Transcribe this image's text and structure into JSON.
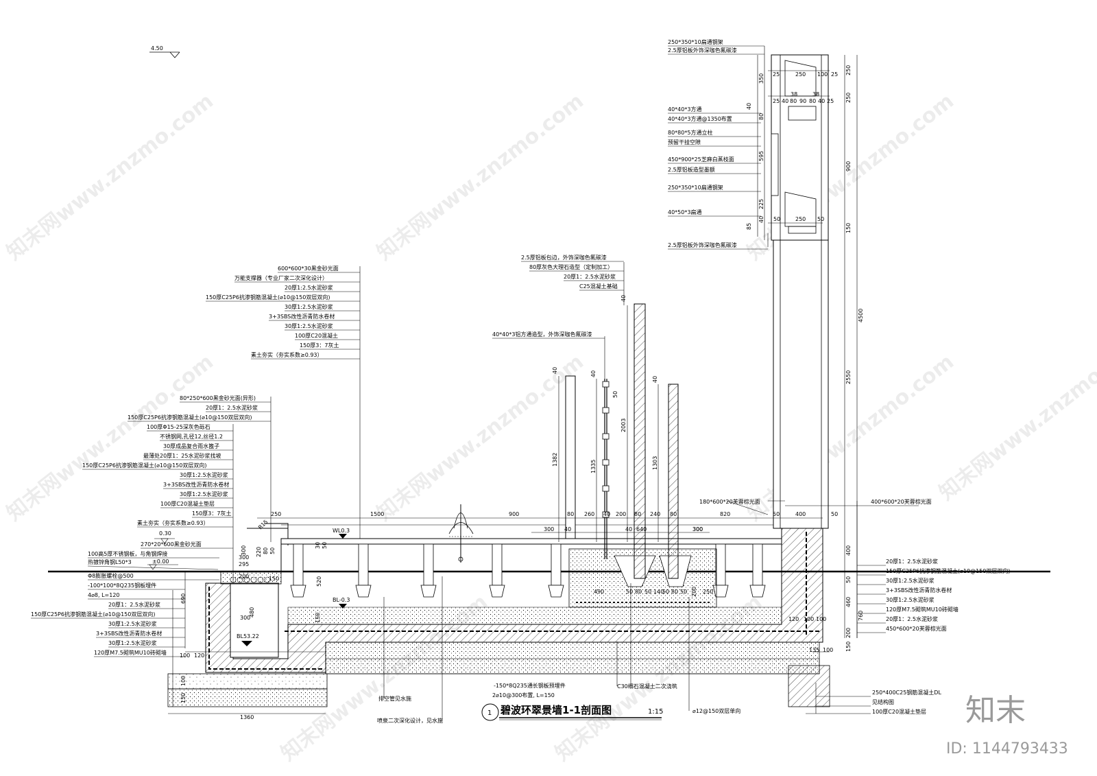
{
  "title": {
    "number": "1",
    "text": "碧波环翠景墙1-1剖面图",
    "scale": "1:15"
  },
  "brand": {
    "logo": "知末",
    "id": "ID: 1144793433"
  },
  "watermark": "知末网www.znzmo.com",
  "elevations": {
    "top_left": "4.50",
    "ground": "±0.00",
    "step": "0.30",
    "water_level": "WL0.3",
    "pool_bottom": "BL-0.3",
    "drain_bottom": "BL53.22"
  },
  "labels_top_right": [
    "250*350*10扁通钢架",
    "2.5厚铝板外饰深咖色氟碳漆",
    "40*40*3方通",
    "40*40*3方通@1350布置",
    "80*80*5方通立柱",
    "预留干挂空隙",
    "450*900*25芝麻白蒸枝面",
    "2.5厚铝板造型墨额",
    "250*350*10扁通钢架",
    "40*50*3扁通",
    "2.5厚铝板外饰深咖色氟碳漆"
  ],
  "labels_mid_right": [
    "2.5厚铝板包边，外饰深咖色氟碳漆",
    "80厚灰色大理石造型（定制加工）",
    "20厚1：2.5水泥砂浆",
    "C25混凝土基础"
  ],
  "label_tube": "40*40*3铝方通造型，外饰深咖色氟碳漆",
  "labels_center_left": [
    "600*600*30黑金砂光面",
    "万能支撑器（专业厂家二次深化设计）",
    "20厚1:2.5水泥砂浆",
    "150厚C25P6抗渗钢筋混凝土(⌀10@150双层双向)",
    "30厚1:2.5水泥砂浆",
    "3+3SBS改性沥青防水卷材",
    "30厚1:2.5水泥砂浆",
    "100厚C20混凝土",
    "150厚3：7灰土",
    "素土夯实（夯实系数≥0.93）"
  ],
  "labels_left": [
    "80*250*600黑金砂光面(异形)",
    "20厚1：2.5水泥砂浆",
    "150厚C25P6抗渗钢筋混凝土(⌀10@150双层双向)",
    "100厚Φ15-25深灰色砾石",
    "不锈钢网,孔径12,丝径1.2",
    "30厚成品复合雨水篦子",
    "最薄处20厚1：25水泥砂浆找坡",
    "150厚C25P6抗渗钢筋混凝土(⌀10@150双层双向)",
    "30厚1:2.5水泥砂浆",
    "3+3SBS改性沥青防水卷材",
    "30厚1:2.5水泥砂浆",
    "100厚C20混凝土垫层",
    "150厚3：7灰土",
    "素土夯实（夯实系数≥0.93）"
  ],
  "labels_left_lower": [
    "270*20*600黑金砂光面",
    "100高5厚不锈钢板，与角钢焊接",
    "热镀锌角钢L50*3",
    "Φ8膨胀螺栓@500"
  ],
  "labels_bottom_left": [
    "-100*100*8Q235钢板埋件",
    "4⌀8, L=120",
    "20厚1：2.5水泥砂浆",
    "150厚C25P6抗渗钢筋混凝土(⌀10@150双层双向)",
    "30厚1:2.5水泥砂浆",
    "3+3SBS改性沥青防水卷材",
    "30厚1:2.5水泥砂浆",
    "120厚M7.5砌筑MU10砖砌墙"
  ],
  "labels_right": [
    "20厚1：2.5水泥砂浆",
    "150厚C25P6抗渗钢筋混凝土(⌀10@150双层双向)",
    "30厚1:2.5水泥砂浆",
    "3+3SBS改性沥青防水卷材",
    "30厚1:2.5水泥砂浆",
    "120厚M7.5砌筑MU10砖砌墙",
    "20厚1：2.5水泥砂浆",
    "450*600*20芙蓉棕光面"
  ],
  "labels_bottom_right": [
    "250*400C25钢筋混凝土DL",
    "见结构图",
    "100厚C20混凝土垫层"
  ],
  "label_coping_mid": "180*600*20芙蓉棕光面",
  "label_coping_right": "400*600*20芙蓉棕光面",
  "labels_bottom_center": {
    "plate": "-150*8Q235通长钢板预埋件",
    "bars": "2⌀10@300布置, L=150",
    "pour": "C30细石混凝土二次浇筑",
    "rebar": "⌀12@150双层单向",
    "drain": "排空管见水施",
    "fountain": "喷泉二次深化设计，见水施"
  },
  "dims_horizontal": [
    "250",
    "1500",
    "900",
    "80",
    "260",
    "40",
    "200",
    "80",
    "240",
    "80",
    "820",
    "50",
    "400",
    "50",
    "300",
    "40",
    "40",
    "300",
    "640",
    "300"
  ],
  "dims_vertical_center": [
    "1382",
    "1335",
    "2003",
    "1303",
    "40",
    "40",
    "40",
    "40",
    "50"
  ],
  "dims_right": [
    "250",
    "250",
    "900",
    "150",
    "4500",
    "2550",
    "400",
    "50",
    "460",
    "760",
    "200",
    "150"
  ],
  "dims_top_right": [
    "25",
    "250",
    "100",
    "25",
    "350",
    "38",
    "38",
    "25",
    "40",
    "80",
    "90",
    "80",
    "40",
    "25",
    "40",
    "80",
    "595",
    "225",
    "40",
    "85",
    "50",
    "250",
    "50"
  ],
  "dims_left": [
    "R15",
    "300",
    "300",
    "295",
    "200",
    "220",
    "80",
    "50",
    "690",
    "480",
    "300",
    "150",
    "100",
    "120",
    "100",
    "150",
    "1360",
    "520",
    "30",
    "50",
    "150",
    "490",
    "50",
    "80",
    "50",
    "140",
    "50",
    "80",
    "50",
    "250",
    "200",
    "120",
    "100",
    "100",
    "135",
    "100"
  ]
}
